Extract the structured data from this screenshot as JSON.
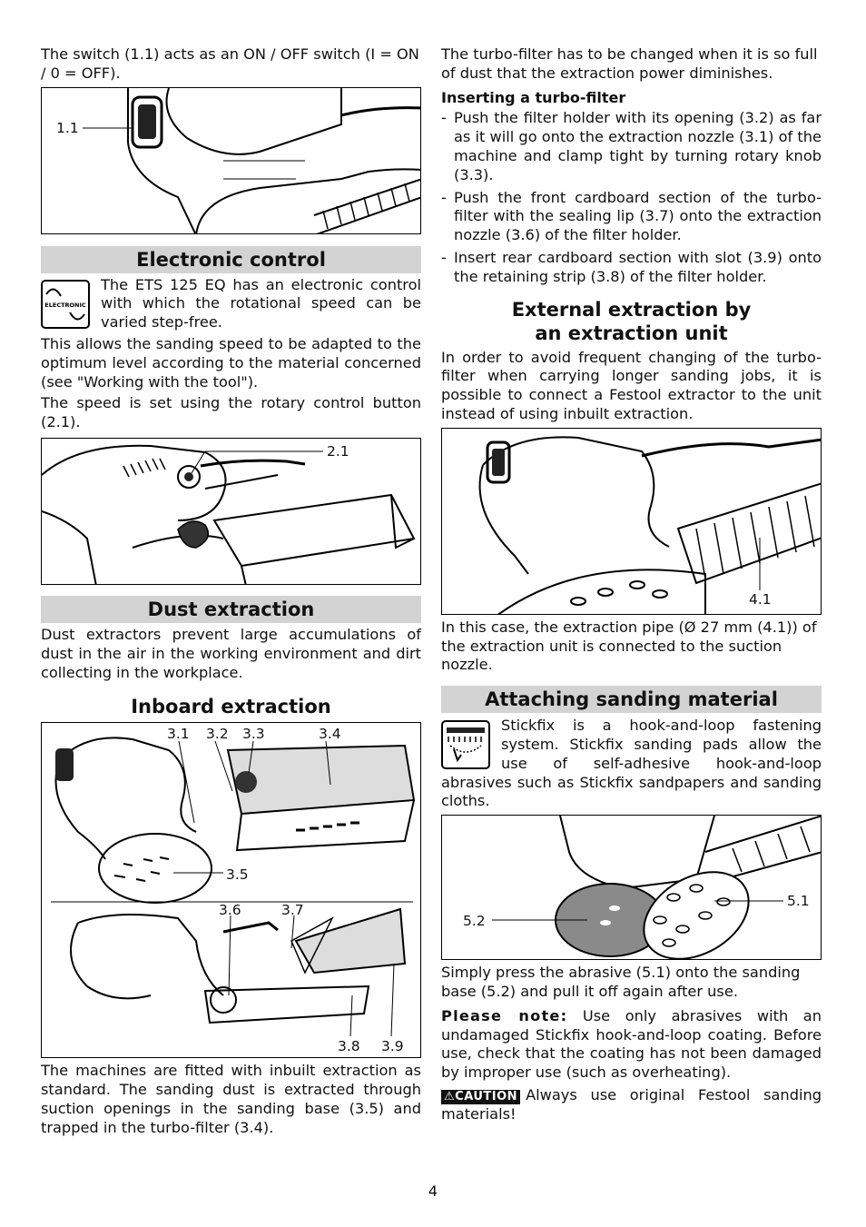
{
  "left": {
    "switch_text": "The switch (1.1) acts as an ON / OFF switch (I = ON / 0 = OFF).",
    "fig1_callout": "1.1",
    "electronic": {
      "heading": "Electronic control",
      "icon_label": "ELECTRONIC",
      "p1": "The ETS 125 EQ has an electronic control with which the rotational speed can be varied step-free.",
      "p2": "This allows the sanding speed to be adapted to the optimum level according to the material concerned (see \"Working with the tool\").",
      "p3": "The speed is set using the rotary control button (2.1)."
    },
    "fig2_callout": "2.1",
    "dust": {
      "heading": "Dust extraction",
      "p1": "Dust extractors prevent large accumulations of dust in the air in the working environment and dirt collecting in the workplace."
    },
    "inboard": {
      "heading": "Inboard extraction",
      "callouts": [
        "3.1",
        "3.2",
        "3.3",
        "3.4",
        "3.5",
        "3.6",
        "3.7",
        "3.8",
        "3.9"
      ],
      "p1": "The machines are fitted with inbuilt extraction as standard. The sanding dust is extracted through suction openings in the sanding base (3.5) and trapped in the turbo-filter (3.4)."
    }
  },
  "right": {
    "turbo_text": "The turbo-filter has to be changed when it is so full of dust that the extraction power diminishes.",
    "inserting": {
      "heading": "Inserting a turbo-filter",
      "items": [
        "Push the filter holder with its opening (3.2) as far as it will go onto the extraction nozzle (3.1) of the machine and clamp tight by turning rotary knob (3.3).",
        "Push the front cardboard section of the turbo-filter with the sealing lip (3.7) onto the extraction nozzle (3.6) of the filter holder.",
        "Insert rear cardboard section with slot (3.9) onto the retaining strip (3.8) of the filter holder."
      ]
    },
    "external": {
      "heading_line1": "External extraction by",
      "heading_line2": "an extraction unit",
      "p1": "In order to avoid frequent changing of the turbo-filter when carrying longer sanding jobs, it is possible to connect a Festool extractor to the unit instead of using inbuilt extraction.",
      "fig_callout": "4.1",
      "p2": "In this case, the extraction pipe (Ø 27 mm (4.1)) of the extraction unit is connected to the suction nozzle."
    },
    "attaching": {
      "heading": "Attaching sanding material",
      "p1": "Stickfix is a hook-and-loop fastening system. Stickfix sanding pads allow the use of self-adhesive hook-and-loop abrasives such as Stickfix sandpapers and sanding cloths.",
      "callout_a": "5.1",
      "callout_b": "5.2",
      "p2": "Simply press the abrasive (5.1) onto the sanding base (5.2) and pull it off again after use.",
      "note_label": "Please note:",
      "note_text": " Use only abrasives with an undamaged Stickfix hook-and-loop coating. Before use, check that the coating has not been damaged by improper use (such as overheating).",
      "caution_label": "CAUTION",
      "caution_text": "Always use original Festool sanding materials!"
    }
  },
  "page_number": "4"
}
